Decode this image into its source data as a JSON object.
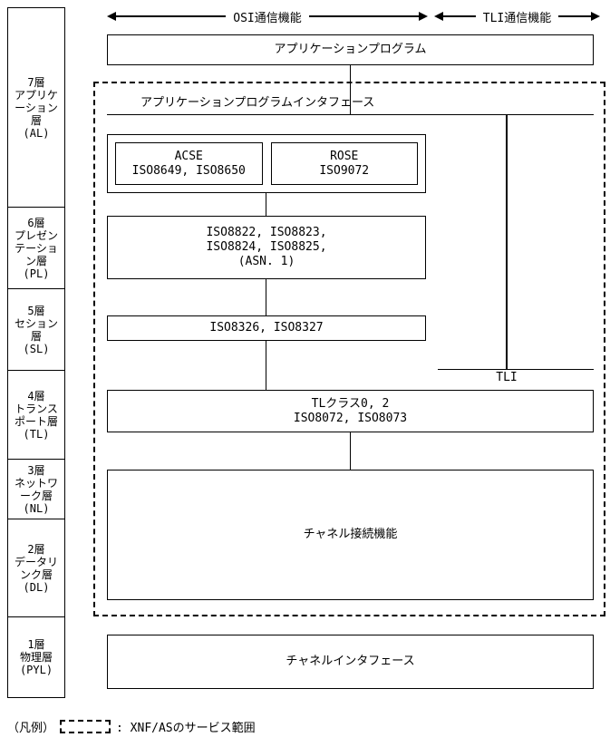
{
  "colors": {
    "background": "#ffffff",
    "line": "#000000"
  },
  "top_arrows": {
    "osi_label": "OSI通信機能",
    "tli_label": "TLI通信機能"
  },
  "osi_layers": [
    {
      "label": "7層\nアプリケ\nーション\n層\n(AL)"
    },
    {
      "label": "6層\nプレゼン\nテーショ\nン層\n(PL)"
    },
    {
      "label": "5層\nセション\n層\n(SL)"
    },
    {
      "label": "4層\nトランス\nポート層\n(TL)"
    },
    {
      "label": "3層\nネットワ\nーク層\n(NL)"
    },
    {
      "label": "2層\nデータリ\nンク層\n(DL)"
    },
    {
      "label": "1層\n物理層\n(PYL)"
    }
  ],
  "stack": {
    "application_program": "アプリケーションプログラム",
    "api_label": "アプリケーションプログラムインタフェース",
    "acse": "ACSE\nISO8649, ISO8650",
    "rose": "ROSE\nISO9072",
    "presentation": "ISO8822, ISO8823,\nISO8824, ISO8825,\n(ASN. 1)",
    "session": "ISO8326, ISO8327",
    "tli": "TLI",
    "transport": "TLクラス0, 2\nISO8072, ISO8073",
    "channel_connection": "チャネル接続機能",
    "channel_interface": "チャネルインタフェース"
  },
  "legend": {
    "prefix": "（凡例）",
    "note": ": XNF/ASのサービス範囲"
  }
}
